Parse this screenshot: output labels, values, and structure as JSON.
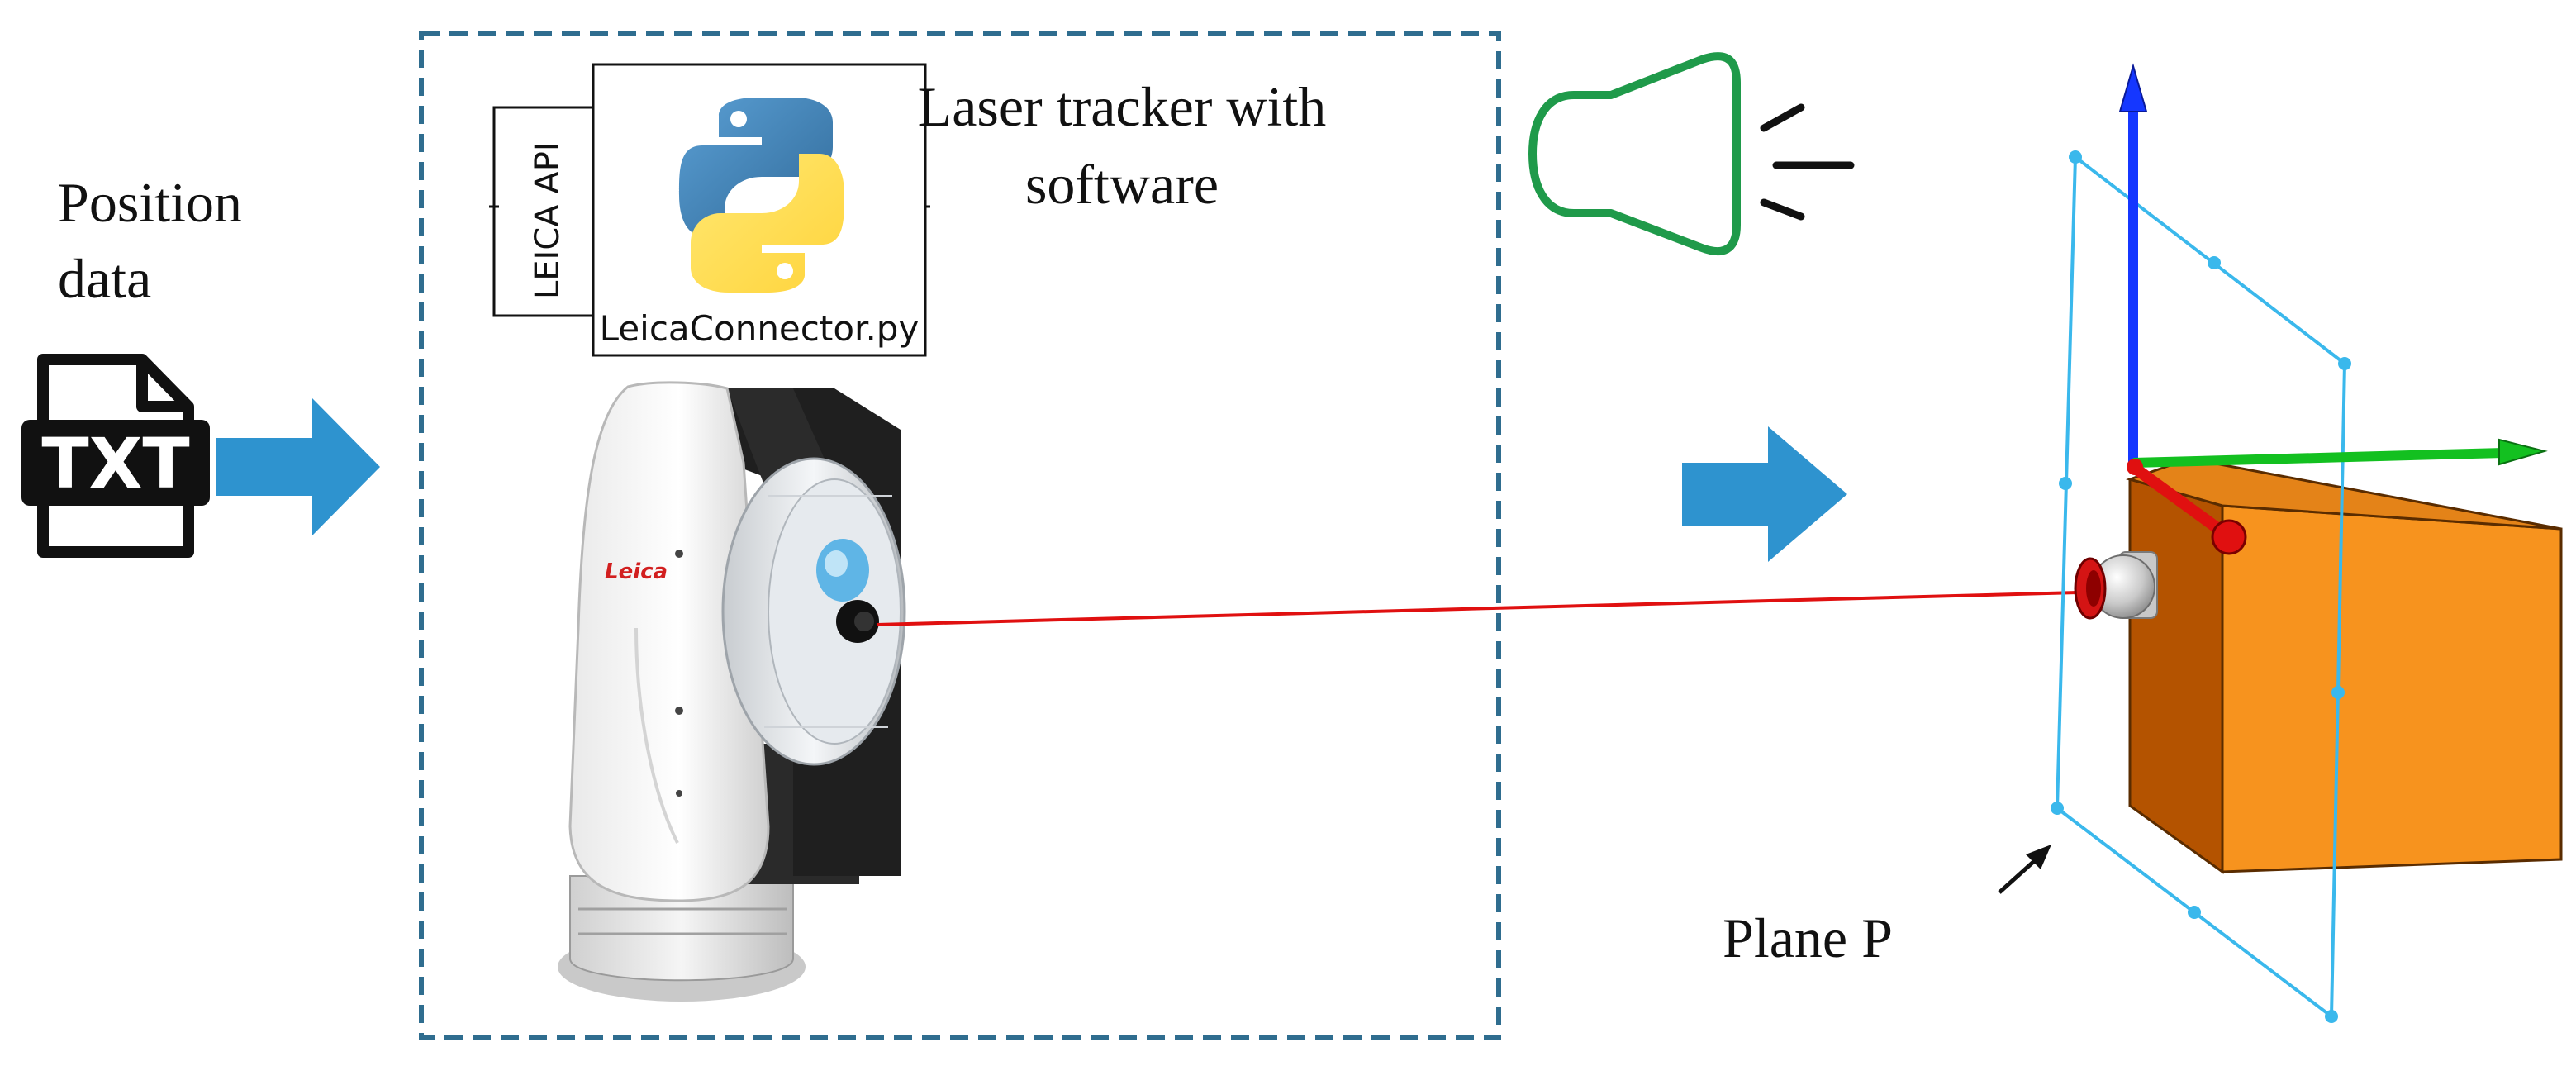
{
  "labels": {
    "position_data_line1": "Position",
    "position_data_line2": "data",
    "txt_icon_text": "TXT",
    "leica_api": "LEICA API",
    "connector_file": "LeicaConnector.py",
    "tracker_line1": "Laser tracker with",
    "tracker_line2": "software",
    "plane": "Plane P"
  },
  "icons": {
    "file": "txt-file-icon",
    "arrow": "right-arrow-icon",
    "python": "python-logo-icon",
    "tracker": "laser-tracker-icon",
    "speaker": "speaker-icon",
    "target": "reflector-target-icon",
    "box": "orange-box-icon"
  },
  "colors": {
    "arrow_blue": "#2e93cf",
    "dashed_box": "#2f6d8f",
    "laser": "#e01010",
    "speaker": "#1f9a4a",
    "plane": "#3ab8ec",
    "axis_x": "#13c020",
    "axis_y": "#1537ff",
    "axis_z": "#e01010",
    "box_front": "#f7931e",
    "box_side": "#b95a00",
    "box_top": "#f08a20"
  }
}
